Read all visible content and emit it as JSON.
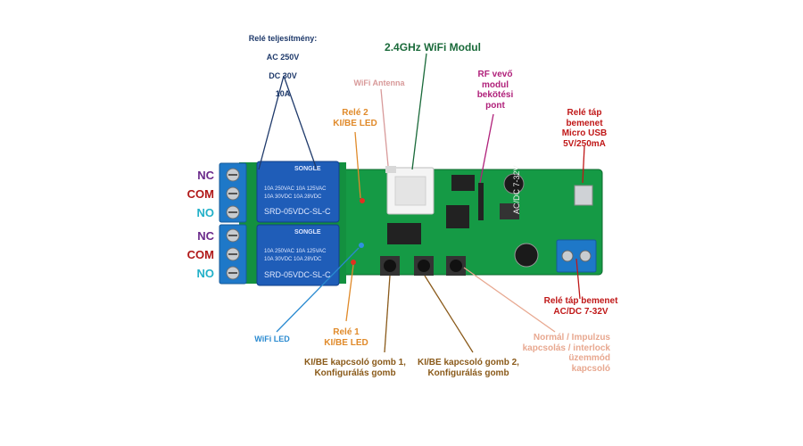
{
  "labels": {
    "relay_power_title": "Relé teljesítmény:",
    "relay_power_ac": "AC 250V",
    "relay_power_dc": "DC 30V",
    "relay_power_current": "10A",
    "wifi_module": "2.4GHz WiFi Modul",
    "wifi_antenna": "WiFi Antenna",
    "rf_module": "RF vevő\nmodul\nbekötési\npont",
    "relay2_led": "Relé 2\nKI/BE LED",
    "power_usb": "Relé táp\nbemenet\nMicro USB\n5V/250mA",
    "power_acdc": "Relé táp bemenet\nAC/DC 7-32V",
    "wifi_led": "WiFi LED",
    "relay1_led": "Relé 1\nKI/BE LED",
    "button1": "KI/BE kapcsoló gomb 1,\nKonfigurálás gomb",
    "button2": "KI/BE kapcsoló gomb 2,\nKonfigurálás gomb",
    "mode_switch": "Normál / Impulzus\nkapcsolás / interlock\nüzemmód\nkapcsoló"
  },
  "terminals": {
    "nc": "NC",
    "com": "COM",
    "no": "NO"
  },
  "board": {
    "relay_brand": "SONGLE",
    "relay_model": "SRD-05VDC-SL-C",
    "relay_rating_1": "10A 250VAC 10A 125VAC",
    "relay_rating_2": "10A 30VDC 10A 28VDC",
    "voltage_print": "AC/DC 7-32V"
  }
}
